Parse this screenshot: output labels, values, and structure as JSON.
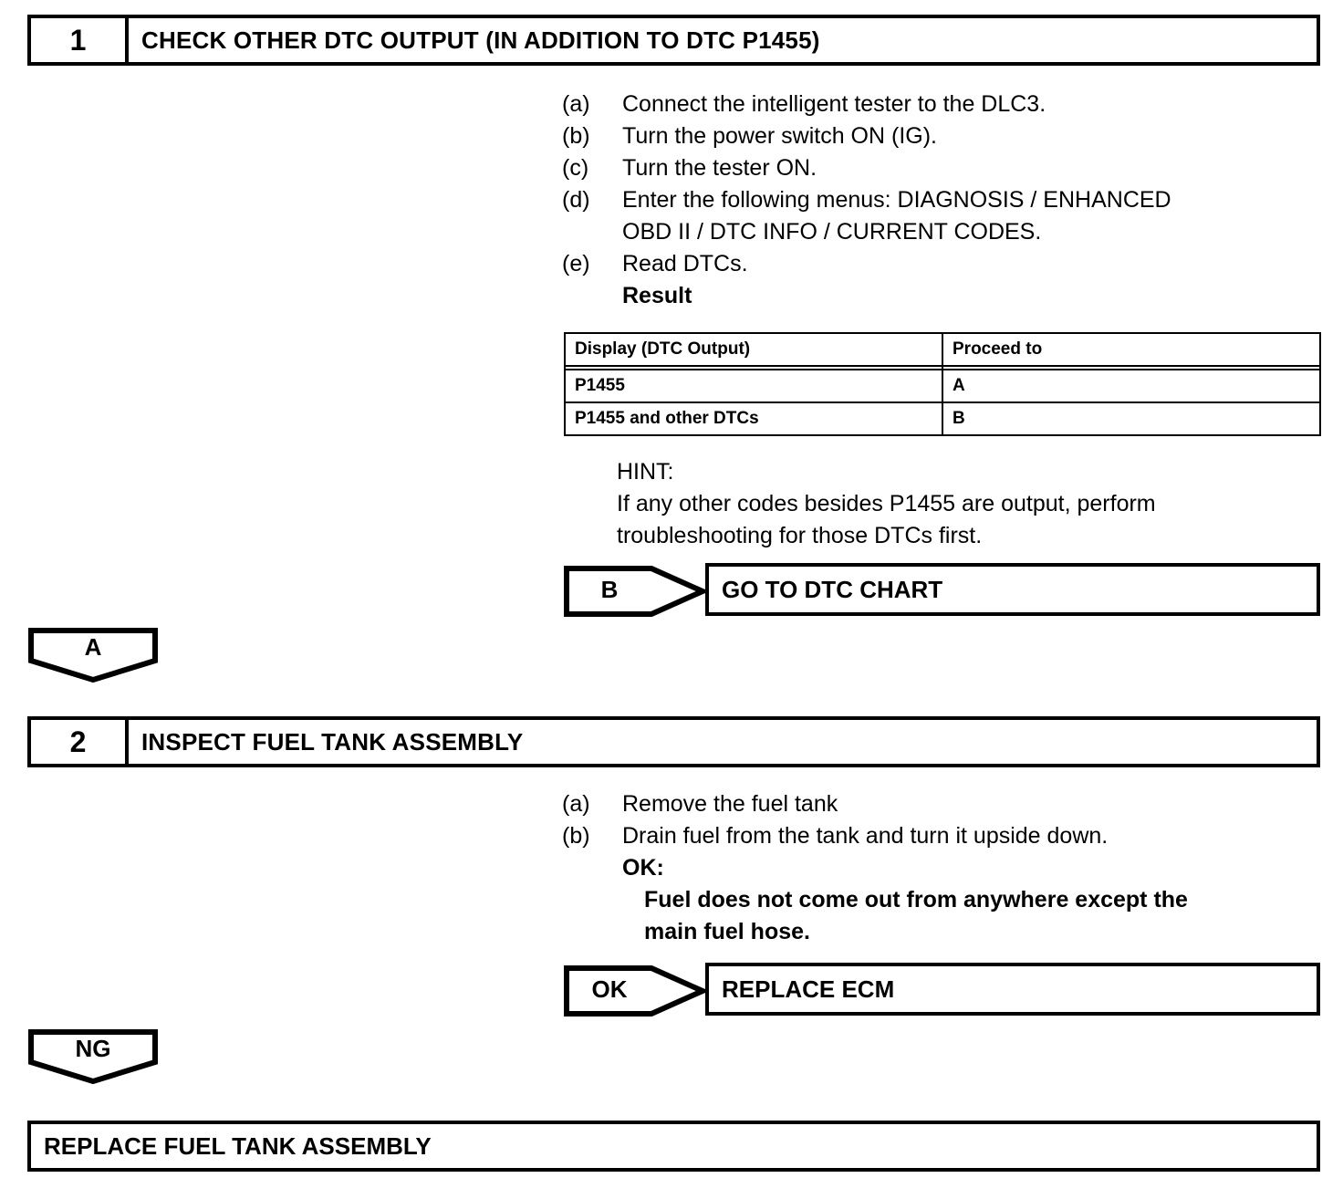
{
  "doc": {
    "type": "diagnostic-troubleshooting-flowchart",
    "dtc": "P1455"
  },
  "steps": [
    {
      "number": "1",
      "title": "CHECK OTHER DTC OUTPUT (IN ADDITION TO DTC P1455)",
      "instructions": [
        {
          "marker": "(a)",
          "text": "Connect the intelligent tester to the DLC3."
        },
        {
          "marker": "(b)",
          "text": "Turn the power switch ON (IG)."
        },
        {
          "marker": "(c)",
          "text": "Turn the tester ON."
        },
        {
          "marker": "(d)",
          "text": "Enter the following menus: DIAGNOSIS / ENHANCED",
          "text2": "OBD II / DTC INFO / CURRENT CODES."
        },
        {
          "marker": "(e)",
          "text": "Read DTCs."
        }
      ],
      "result_label": "Result",
      "table": {
        "headers": [
          "Display (DTC Output)",
          "Proceed to"
        ],
        "rows": [
          [
            "P1455",
            "A"
          ],
          [
            "P1455 and other DTCs",
            "B"
          ]
        ]
      },
      "hint": {
        "label": "HINT:",
        "line1": "If any other codes besides P1455 are output, perform",
        "line2": "troubleshooting for those DTCs first."
      },
      "branch": {
        "tag": "B",
        "action": "GO TO DTC CHART"
      },
      "connector": "A"
    },
    {
      "number": "2",
      "title": "INSPECT FUEL TANK ASSEMBLY",
      "instructions": [
        {
          "marker": "(a)",
          "text": "Remove the fuel tank"
        },
        {
          "marker": "(b)",
          "text": "Drain fuel from the tank and turn it upside down."
        }
      ],
      "ok_label": "OK:",
      "ok_criteria_line1": "Fuel does not come out from anywhere except the",
      "ok_criteria_line2": "main fuel hose.",
      "branch": {
        "tag": "OK",
        "action": "REPLACE ECM"
      },
      "connector": "NG"
    }
  ],
  "final": {
    "action": "REPLACE FUEL TANK ASSEMBLY"
  },
  "colors": {
    "line": "#000000",
    "background": "#ffffff"
  }
}
